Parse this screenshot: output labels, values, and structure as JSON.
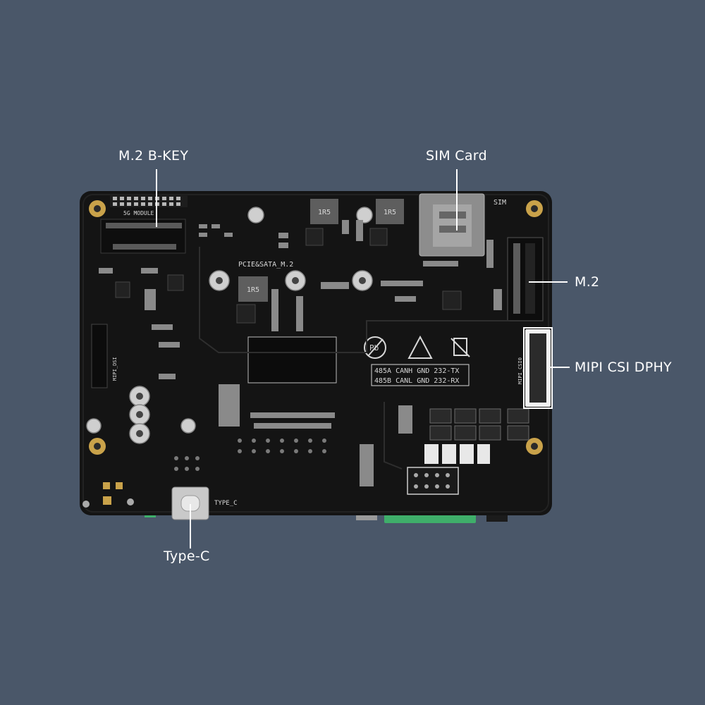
{
  "callouts": {
    "m2_bkey": "M.2 B-KEY",
    "sim_card": "SIM Card",
    "m2": "M.2",
    "mipi_csi": "MIPI CSI DPHY",
    "type_c": "Type-C"
  },
  "silkscreen": {
    "module_5g": "5G MODULE",
    "pcie_sata": "PCIE&SATA_M.2",
    "sim": "SIM",
    "inductor": "1R5",
    "mipi_dsi": "MIPI_DSI",
    "mipi_csi": "MIPI_CSI0",
    "rs485_line1": "485A CANH GND 232-TX",
    "rs485_line2": "485B CANL GND 232-RX",
    "type_c": "TYPE_C",
    "pb": "Pb"
  },
  "colors": {
    "background": "#4a5769",
    "board": "#141414",
    "callout_text": "#ffffff",
    "terminal_block": "#3fae6a",
    "mount_gold": "#c9a24a"
  }
}
